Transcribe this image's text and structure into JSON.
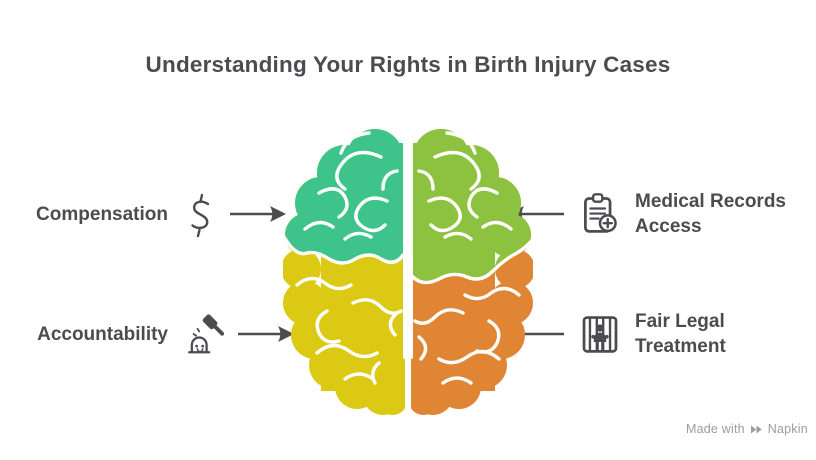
{
  "title": "Understanding Your Rights in Birth Injury Cases",
  "items": [
    {
      "label": "Compensation",
      "icon": "dollar-sign-icon",
      "side": "left",
      "arrow": "right"
    },
    {
      "label": "Medical Records Access",
      "icon": "medical-clipboard-icon",
      "side": "right",
      "arrow": "left"
    },
    {
      "label": "Accountability",
      "icon": "gavel-icon",
      "side": "left",
      "arrow": "right"
    },
    {
      "label": "Fair Legal Treatment",
      "icon": "person-behind-bars-icon",
      "side": "right",
      "arrow": "left"
    }
  ],
  "brain": {
    "quadrants": [
      {
        "position": "top-left",
        "color": "teal"
      },
      {
        "position": "top-right",
        "color": "lime"
      },
      {
        "position": "bottom-left",
        "color": "yellow"
      },
      {
        "position": "bottom-right",
        "color": "orange"
      }
    ]
  },
  "watermark": {
    "prefix": "Made with",
    "brand": "Napkin"
  },
  "colors": {
    "teal": "#3ec48a",
    "lime": "#8cc23f",
    "yellow": "#dcc914",
    "orange": "#e08534",
    "text": "#4b4b50",
    "watermark": "#9b9ba1",
    "background": "#ffffff"
  }
}
